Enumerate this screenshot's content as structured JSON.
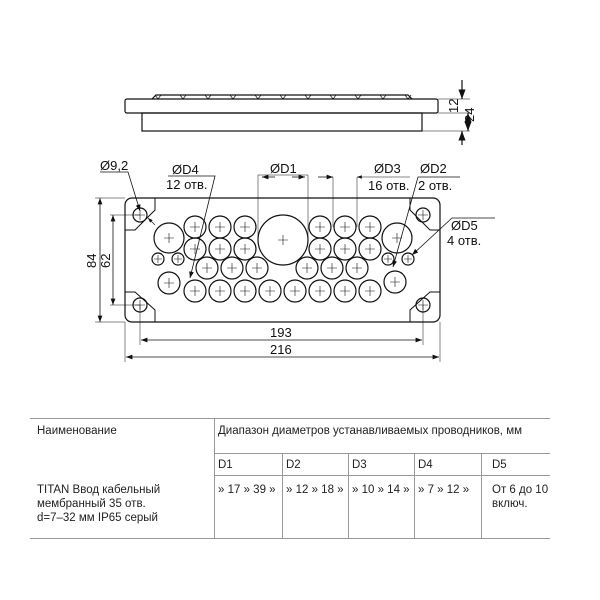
{
  "drawing": {
    "side_dims": {
      "height_top": "12",
      "height_total": "24"
    },
    "labels": {
      "mount_hole": "Ø9,2",
      "d4": "ØD4",
      "d4_count": "12 отв.",
      "d1": "ØD1",
      "d3": "ØD3",
      "d3_count": "16 отв.",
      "d2": "ØD2",
      "d2_count": "2 отв.",
      "d5": "ØD5",
      "d5_count": "4 отв."
    },
    "dims": {
      "height_outer": "84",
      "height_inner": "62",
      "width_holes": "193",
      "width_outer": "216"
    }
  },
  "table": {
    "col_name_header": "Наименование",
    "range_header": "Диапазон диаметров устанавливаемых проводников, мм",
    "sub_headers": [
      "D1",
      "D2",
      "D3",
      "D4",
      "D5"
    ],
    "row": {
      "name": [
        "TITAN Ввод кабельный",
        "мембранный 35 отв.",
        "d=7–32 мм IP65 серый"
      ],
      "values": [
        "» 17 » 39 »",
        "» 12 » 18 »",
        "» 10 » 14 »",
        "» 7 » 12 »",
        "От 6 до 10 включ."
      ]
    }
  }
}
